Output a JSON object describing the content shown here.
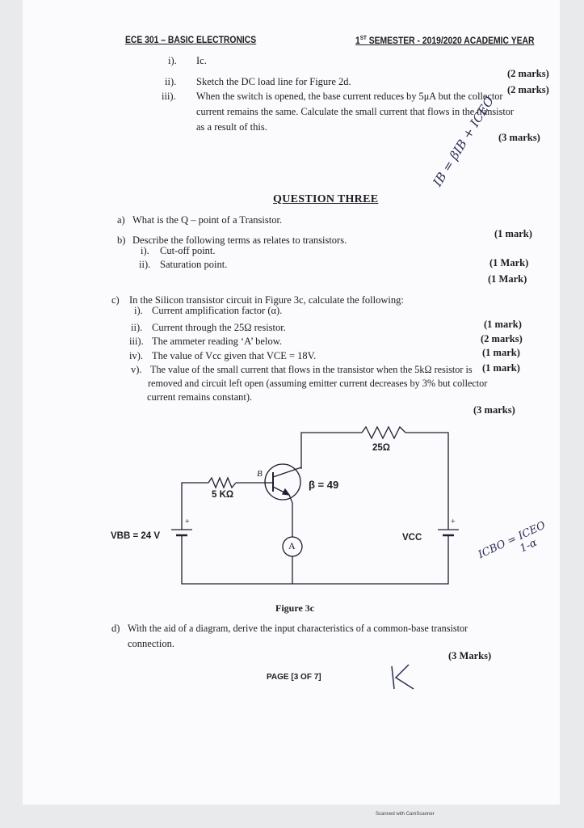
{
  "header": {
    "course": "ECE 301 – BASIC ELECTRONICS",
    "semester_sup": "ST",
    "semester_num": "1",
    "semester": "SEMESTER - 2019/2020 ACADEMIC YEAR"
  },
  "prev": {
    "items": [
      {
        "num": "i).",
        "text": "Ic.",
        "marks": "(2 marks)"
      },
      {
        "num": "ii).",
        "text": "Sketch the DC load line for Figure 2d.",
        "marks": "(2 marks)"
      },
      {
        "num": "iii).",
        "lines": [
          "When the switch is opened, the base current reduces by 5μA but the collector",
          "current remains the same. Calculate the small current that flows in the transistor",
          "as a result of this."
        ],
        "marks": "(3 marks)"
      }
    ]
  },
  "q3": {
    "title": "QUESTION THREE",
    "a": {
      "num": "a)",
      "text": "What is the Q – point of a Transistor.",
      "marks": "(1 mark)"
    },
    "b": {
      "num": "b)",
      "text": "Describe the following terms as relates to transistors.",
      "items": [
        {
          "num": "i).",
          "text": "Cut-off point.",
          "marks": "(1 Mark)"
        },
        {
          "num": "ii).",
          "text": "Saturation point.",
          "marks": "(1 Mark)"
        }
      ]
    },
    "c": {
      "num": "c)",
      "text": "In the Silicon transistor circuit in Figure 3c, calculate the following:",
      "items": [
        {
          "num": "i).",
          "text": "Current amplification factor (α).",
          "marks": "(1 mark)"
        },
        {
          "num": "ii).",
          "text": "Current through the 25Ω resistor.",
          "marks": "(2 marks)"
        },
        {
          "num": "iii).",
          "text": "The ammeter reading ‘A’ below.",
          "marks": "(1 mark)"
        },
        {
          "num": "iv).",
          "text": "The value of Vcc given that VCE = 18V.",
          "marks": "(1 mark)"
        },
        {
          "num": "v).",
          "lines": [
            "The value of the small current that flows in the transistor when the 5kΩ resistor is",
            "removed and circuit left open (assuming emitter current decreases by 3% but collector",
            "current remains constant)."
          ],
          "marks": "(3 marks)"
        }
      ]
    },
    "figure": {
      "r_collector": "25Ω",
      "r_base": "5 KΩ",
      "beta": "β = 49",
      "vbb": "VBB = 24 V",
      "vcc": "VCC",
      "ammeter": "A",
      "base_mark": "B",
      "plus1": "+",
      "plus2": "+",
      "caption": "Figure 3c"
    },
    "d": {
      "num": "d)",
      "lines": [
        "With the aid of a diagram, derive the input characteristics of a common-base transistor",
        "connection."
      ],
      "marks": "(3 Marks)"
    }
  },
  "footer": {
    "page": "PAGE [3 OF 7]",
    "scanner": "Scanned with CamScanner"
  },
  "handwritten": {
    "note1": "IB = βIB + ICEO",
    "note2_num": "ICBO = ICEO",
    "note2_den": "1-α",
    "initial": "K"
  }
}
